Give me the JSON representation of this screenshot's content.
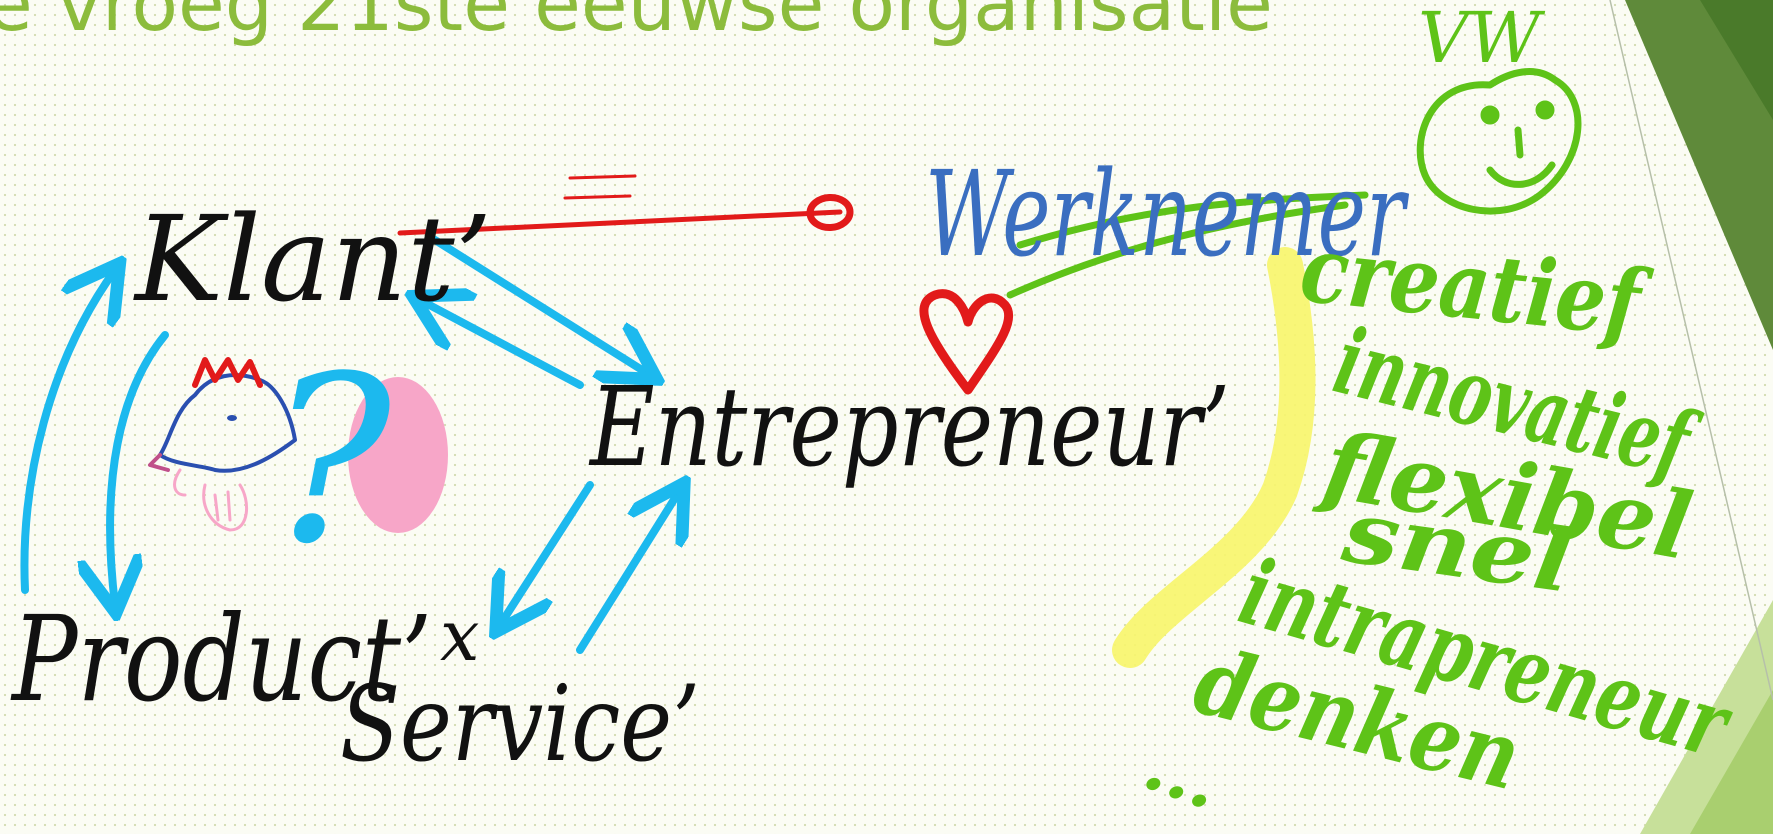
{
  "slide": {
    "title": "e vroeg 21ste eeuwse organisatie",
    "colors": {
      "background": "#fbfcf4",
      "title": "#8cbc3c",
      "accent_dark": "#5f8a3a",
      "accent_light": "#c7e09a",
      "ink_black": "#111111",
      "ink_cyan": "#1cb9ee",
      "ink_red": "#e21a1a",
      "ink_blue": "#3a6ec0",
      "ink_green": "#5ec318",
      "ink_pink": "#f7a6c8",
      "highlight_yellow": "#f7f56a"
    }
  },
  "handwriting": {
    "klant": "Klant’",
    "product": "Product’",
    "service": "Service’",
    "entrepreneur": "Entrepreneur’",
    "werknemer": "Werknemer",
    "equals": "=",
    "crown_letters": "VW",
    "question_mark": "?",
    "x_mark": "x",
    "qualities": [
      "creatief",
      "innovatief",
      "flexibel",
      "snel",
      "intrapreneur",
      "denken"
    ],
    "ellipsis": "..."
  },
  "drawings": [
    "chicken",
    "egg",
    "heart",
    "smiley-face",
    "crown",
    "yellow-highlight",
    "relation-arrows"
  ]
}
